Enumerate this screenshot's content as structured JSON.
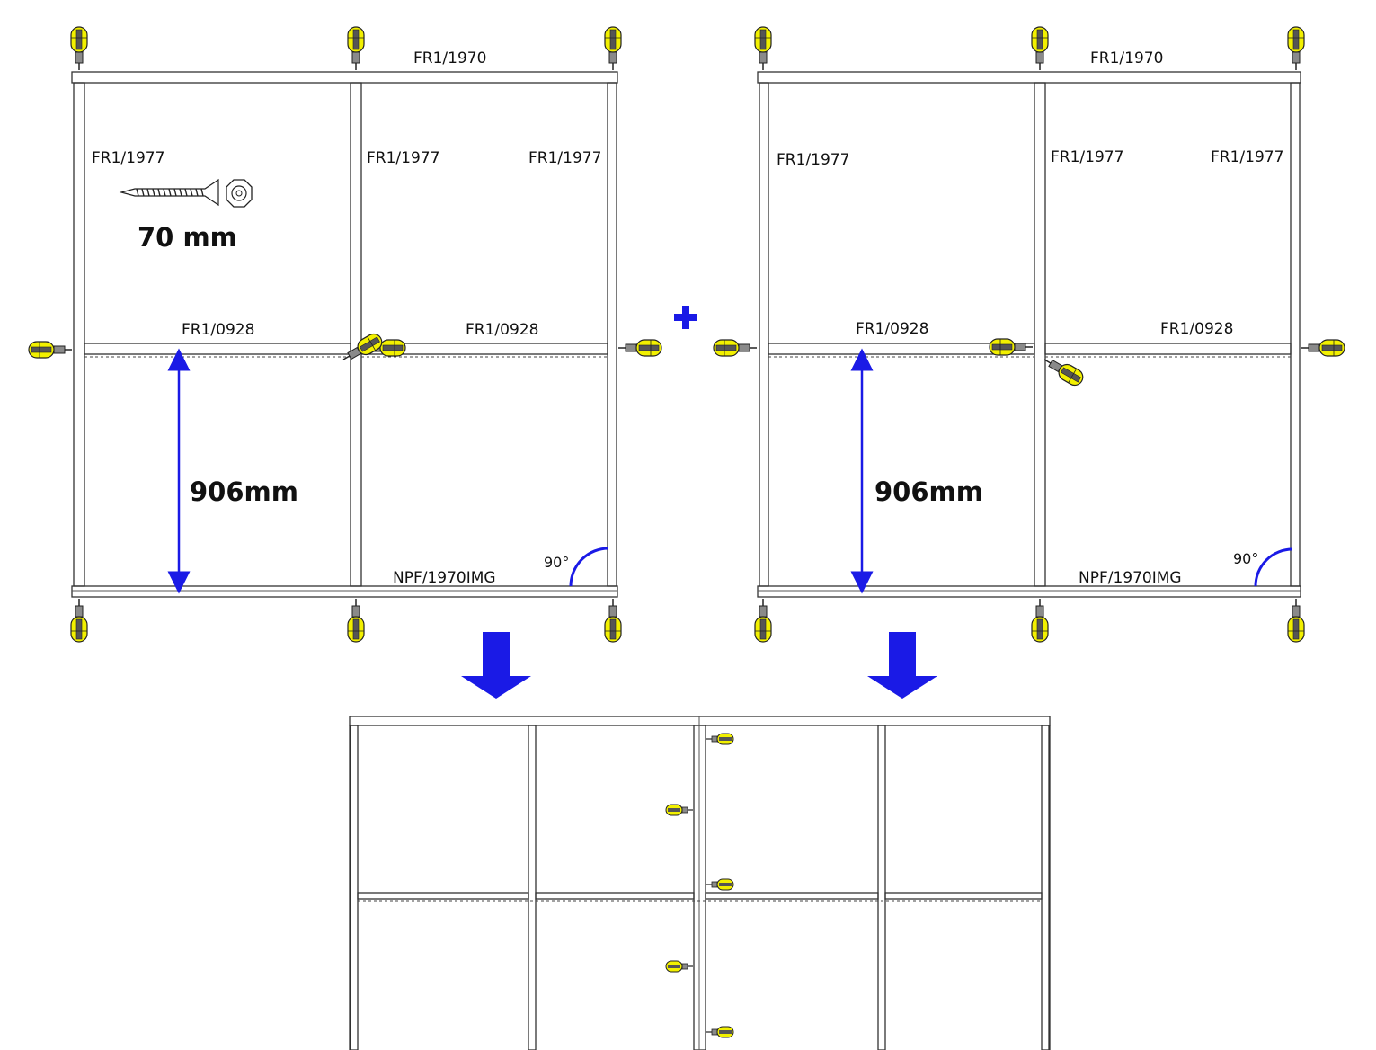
{
  "left_frame": {
    "top_label": "FR1/1970",
    "upright_labels": [
      "FR1/1977",
      "FR1/1977",
      "FR1/1977"
    ],
    "shelf_labels": [
      "FR1/0928",
      "FR1/0928"
    ],
    "bottom_label": "NPF/1970IMG",
    "height_dimension": "906mm",
    "angle_label": "90°",
    "screw_length": "70 mm"
  },
  "right_frame": {
    "top_label": "FR1/1970",
    "upright_labels": [
      "FR1/1977",
      "FR1/1977",
      "FR1/1977"
    ],
    "shelf_labels": [
      "FR1/0928",
      "FR1/0928"
    ],
    "bottom_label": "NPF/1970IMG",
    "height_dimension": "906mm",
    "angle_label": "90°"
  },
  "join_symbol": "+",
  "icons": [
    "screwdriver-icon",
    "screw-icon",
    "torx-head-icon",
    "down-arrow-icon",
    "plus-icon",
    "right-angle-icon",
    "double-arrow-icon"
  ],
  "colors": {
    "line": "#333333",
    "accent_blue": "#1a1ae6",
    "drill_yellow": "#f2f000",
    "drill_grey": "#8a8a8a"
  }
}
